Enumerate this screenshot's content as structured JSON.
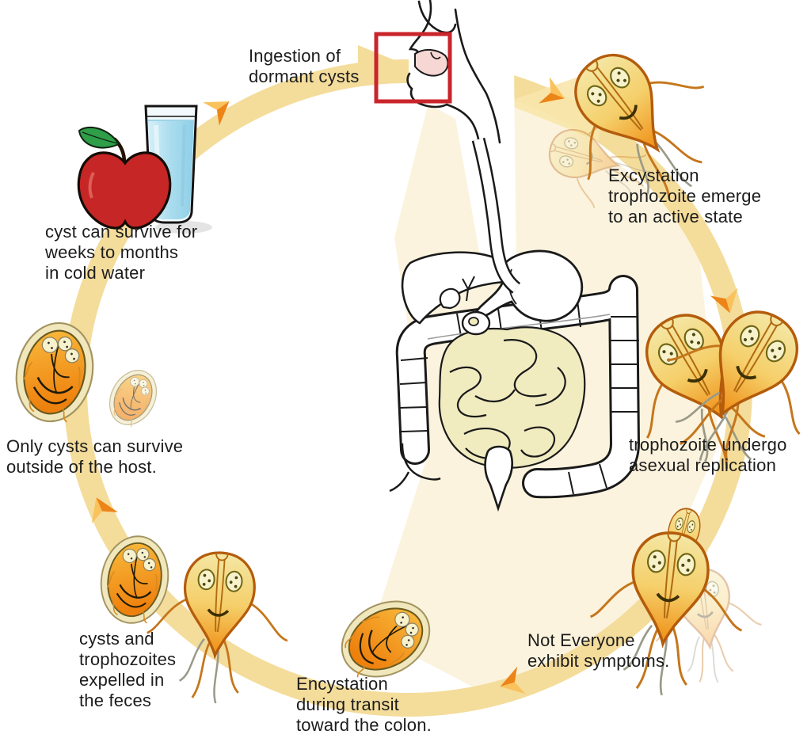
{
  "labels": {
    "ingestion": "Ingestion of\ndormant cysts",
    "water_survival": "cyst can survive for\nweeks to months\nin cold water",
    "excystation": "Excystation\ntrophozoite emerge\nto an active state",
    "replication": "trophozoite undergo\nasexual replication",
    "symptoms": "Not Everyone\nexhibit symptoms.",
    "encystation": "Encystation\nduring transit\ntoward the colon.",
    "expelled": "cysts and\ntrophozoites\nexpelled in\nthe feces",
    "outside_host": "Only cysts can survive\noutside of the host."
  },
  "illustrations": {
    "center": "human-digestive-tract",
    "top": "mouth-with-red-highlight-box",
    "top_left": "apple-and-glass-of-water",
    "top_right": "trophozoite-emerging-from-cyst",
    "right": "two-trophozoites-dividing",
    "bottom_right": "group-of-trophozoites",
    "bottom_center": "cyst-forming",
    "bottom_left": "cyst-and-trophozoite",
    "left": "two-cysts"
  },
  "colors": {
    "ring": "#f4dc9b",
    "fan": "#fbf3dd",
    "beam": "#f8e6ab",
    "chevron_light": "#f9c25d",
    "chevron_dark": "#ec8418",
    "highlight_box": "#c9252b",
    "outline": "#1a1a1a",
    "troph_light": "#f4e7a5",
    "troph_mid": "#f5cf6a",
    "troph_orange": "#ef8d13",
    "troph_stroke": "#b45c0c",
    "nucleus_fill": "#f8f2cc",
    "nucleus_stroke": "#6f6615",
    "cyst_shell": "#f0e7bd",
    "cyst_shell_stroke": "#a3935f",
    "cyst_inner_light": "#f9bd3f",
    "cyst_inner_dark": "#ee800d",
    "intestine": "#f1ebc0",
    "apple_red": "#c62625",
    "leaf_green": "#2e9e48",
    "water_blue": "#aadcee",
    "mouth_pink": "#f6d7d4",
    "shadow": "#c9c9c9",
    "text": "#1c1c1c"
  }
}
